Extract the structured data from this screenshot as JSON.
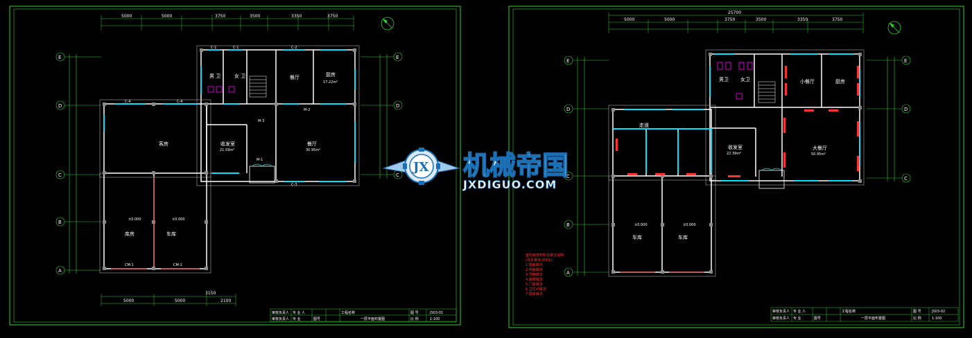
{
  "watermark": {
    "cn": "机械帝国",
    "en": "JXDIGUO.COM",
    "badge": "JX"
  },
  "left_plan": {
    "rooms": {
      "bath1": "男 卫",
      "bath2": "女 卫",
      "shop": "餐厅",
      "kitchen": "厨房",
      "kitchen_area": "17.22m²",
      "hall": "餐厅",
      "hall_area": "30.95m²",
      "office": "收发室",
      "office_area": "21.59m²",
      "garage_big": "客房",
      "garage1": "库房",
      "garage2": "车库",
      "level": "±0.000"
    },
    "dims_top": [
      "5000",
      "5000",
      "3750",
      "3500",
      "3350",
      "3750"
    ],
    "dims_bottom": [
      "5000",
      "5000",
      "3150",
      "2100"
    ],
    "axes_left": [
      "E",
      "D",
      "C",
      "B",
      "A"
    ],
    "axes_right": [
      "E",
      "D",
      "C"
    ],
    "doors": [
      "C-1",
      "C-1",
      "C-2",
      "C-3",
      "C-4",
      "C-4",
      "M-1",
      "M-2",
      "M-3",
      "CM-1",
      "CM-1"
    ],
    "title_block": {
      "row1": [
        "审核负责人",
        "专 业 人",
        "",
        "工程名称",
        "",
        "图 号",
        "JS03-01"
      ],
      "row2": [
        "审核负责人",
        "专 业",
        "图号",
        "",
        "一层平面布置图",
        "比 例",
        "1:100"
      ]
    }
  },
  "right_plan": {
    "rooms": {
      "bath1": "男卫",
      "bath2": "女卫",
      "small_hall": "小餐厅",
      "kitchen": "厨房",
      "corridor": "走道",
      "office": "收发室",
      "office_area": "22.39m²",
      "big_hall": "大餐厅",
      "big_hall_area": "50.95m²",
      "garage1": "车库",
      "garage2": "车库",
      "level": "±0.000"
    },
    "dims_top": [
      "25700",
      "5000",
      "5000",
      "3750",
      "3500",
      "3350",
      "3750"
    ],
    "axes_left": [
      "E",
      "D",
      "C",
      "B",
      "A"
    ],
    "axes_right": [
      "E",
      "D",
      "C"
    ],
    "red_notes": {
      "title": "室内装修材料及做法说明",
      "lines": [
        "(详见装饰.0001)：",
        "1.墙面做法",
        "2.地面做法",
        "3.顶棚做法",
        "4.踢脚做法",
        "5.门窗做法",
        "6.卫生间做法",
        "7.厨房做法"
      ]
    },
    "title_block": {
      "row1": [
        "审核负责人",
        "专 业 人",
        "",
        "工程名称",
        "",
        "图 号",
        "JS03-02"
      ],
      "row2": [
        "审核负责人",
        "专 业",
        "图号",
        "",
        "一层平面布置图",
        "比 例",
        "1:100"
      ]
    }
  },
  "colors": {
    "frame": "#2fd12f",
    "wall": "#ffffff",
    "glass": "#00e5ff",
    "dim": "#2fd12f",
    "furniture": "#ff3333",
    "fixture": "#ff00ff"
  }
}
